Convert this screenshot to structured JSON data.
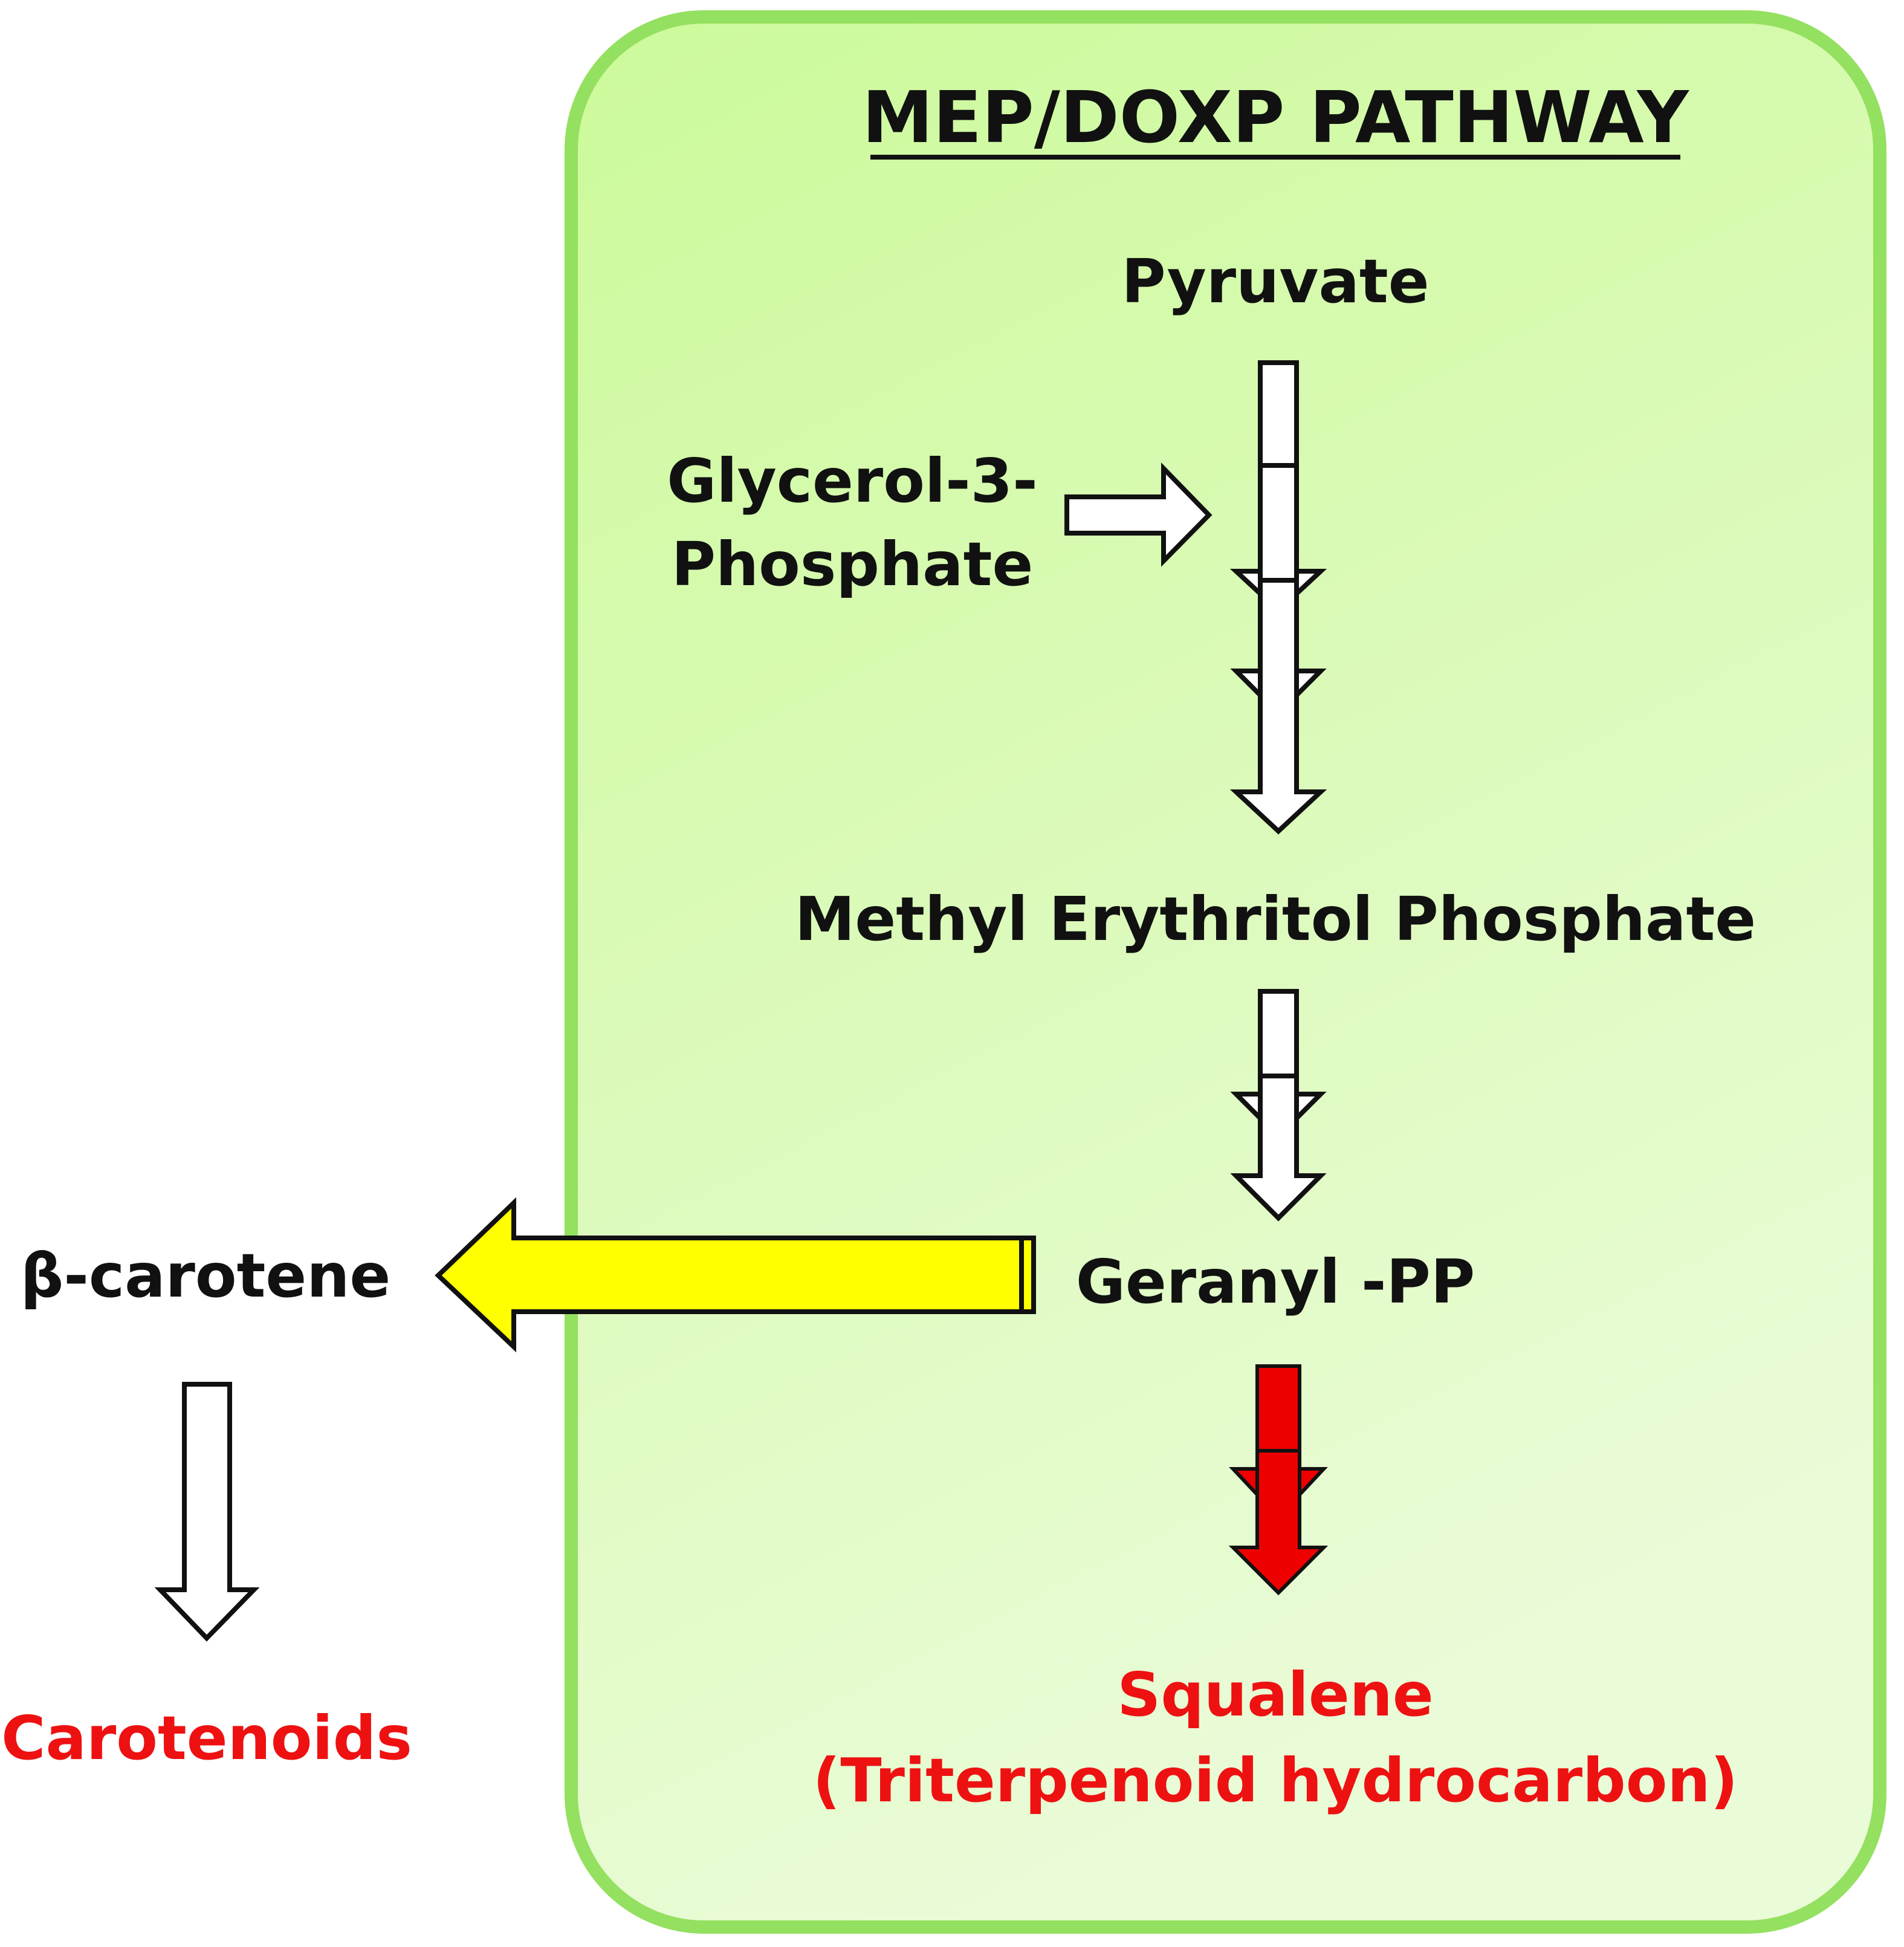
{
  "title": "MEP/DOXP PATHWAY",
  "nodes": {
    "pyruvate": "Pyruvate",
    "glycerol_line1": "Glycerol-3-",
    "glycerol_line2": "Phosphate",
    "mep": "Methyl Erythritol Phosphate",
    "geranyl": "Geranyl -PP",
    "squalene_line1": "Squalene",
    "squalene_line2": "(Triterpenoid hydrocarbon)",
    "beta_carotene": "β-carotene",
    "carotenoids": "Carotenoids"
  },
  "colors": {
    "panel_fill_top": "#ccfa9a",
    "panel_fill_bottom": "#eafbd8",
    "panel_border": "#94e060",
    "text": "#111111",
    "product_text": "#ee1111",
    "yellow_arrow": "#ffff00",
    "red_arrow": "#ee0000",
    "hollow_arrow": "#ffffff"
  },
  "edges": [
    {
      "from": "pyruvate",
      "to": "mep",
      "style": "hollow",
      "steps": 3
    },
    {
      "from": "glycerol-3-phosphate",
      "to": "pyruvate-pathway",
      "style": "hollow"
    },
    {
      "from": "mep",
      "to": "geranyl",
      "style": "hollow",
      "steps": 2
    },
    {
      "from": "geranyl",
      "to": "squalene",
      "style": "red",
      "steps": 2
    },
    {
      "from": "geranyl",
      "to": "beta_carotene",
      "style": "yellow"
    },
    {
      "from": "beta_carotene",
      "to": "carotenoids",
      "style": "hollow"
    }
  ]
}
